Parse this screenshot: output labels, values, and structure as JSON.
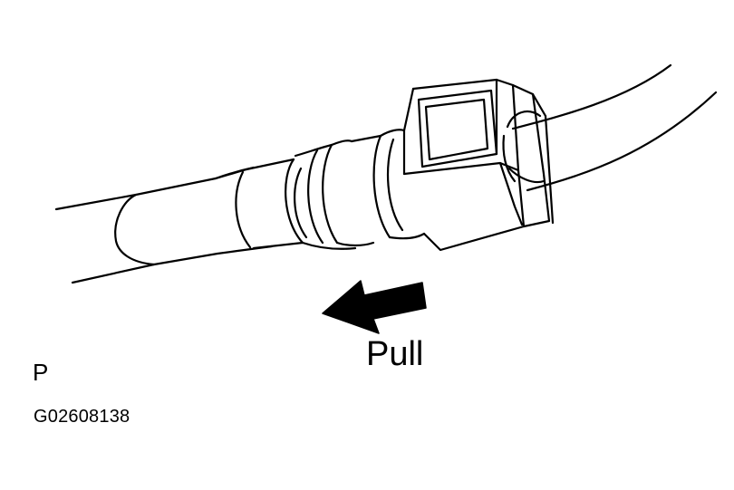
{
  "diagram": {
    "action_label": "Pull",
    "view_letter": "P",
    "figure_code": "G02608138",
    "colors": {
      "ink": "#000000",
      "paper": "#ffffff"
    },
    "parts": [
      "fuel-hose",
      "fuel-tube-pipe",
      "quick-connector-retainer",
      "pull-direction-arrow"
    ]
  }
}
